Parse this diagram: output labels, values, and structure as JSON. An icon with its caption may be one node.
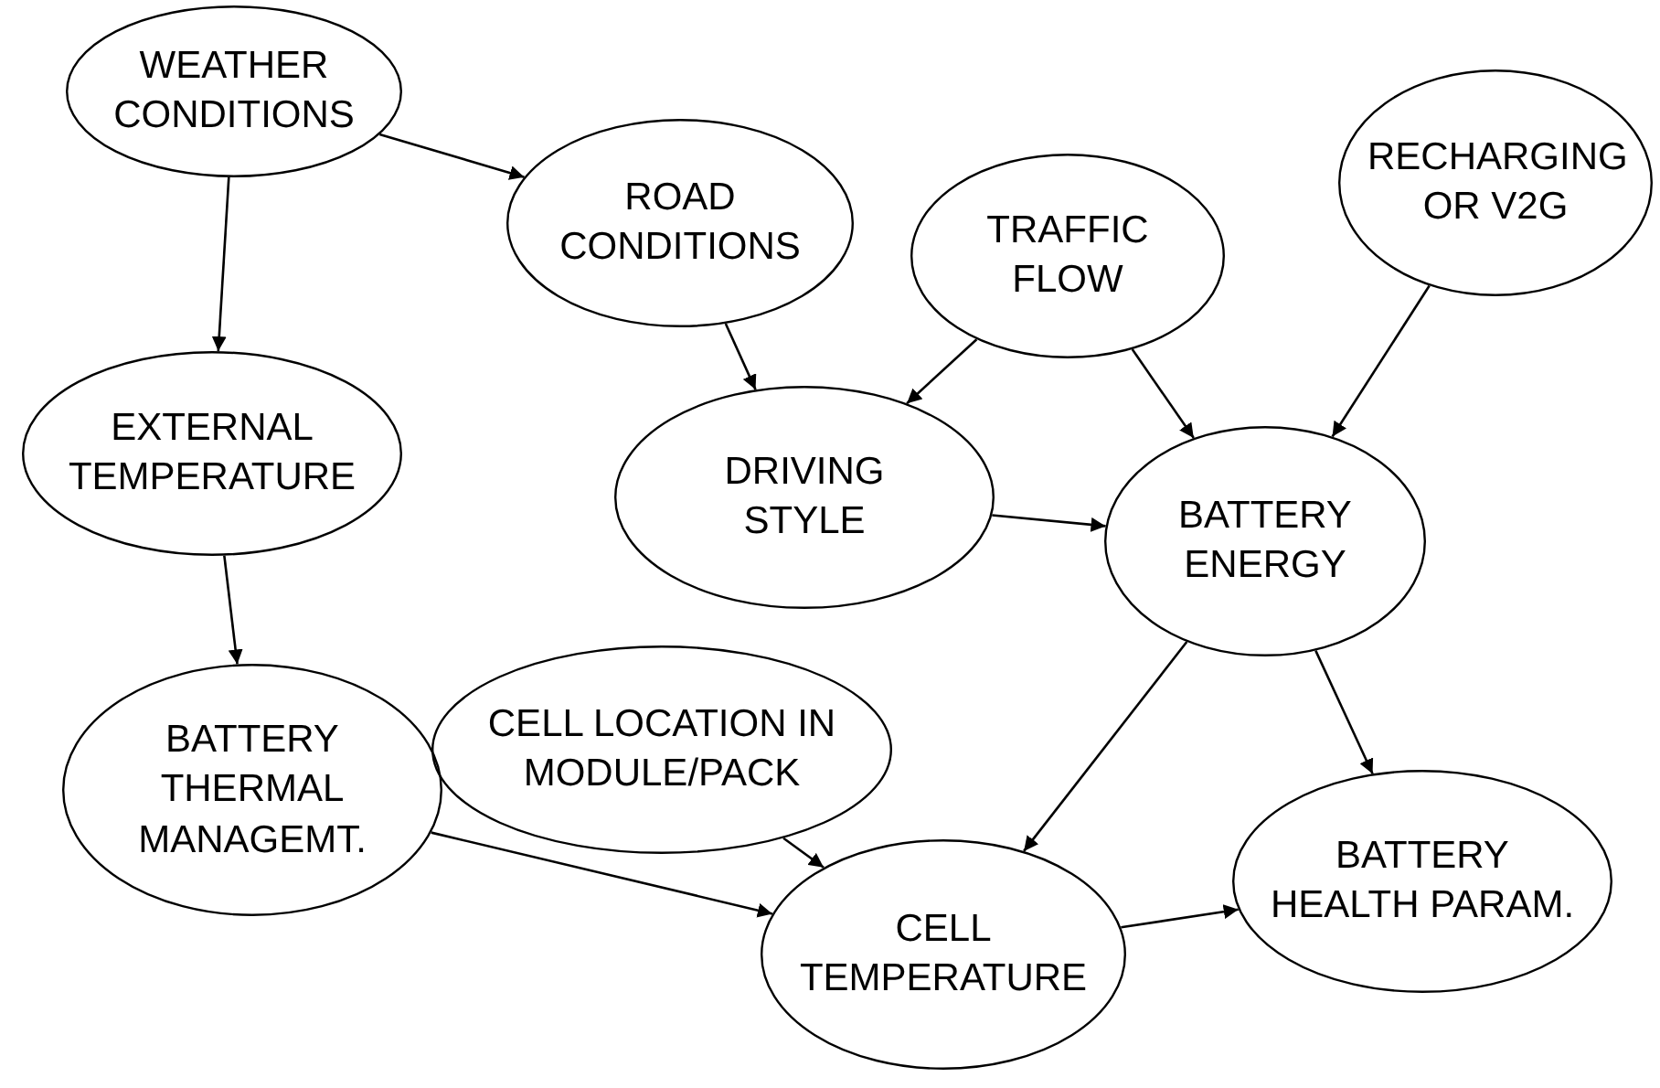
{
  "diagram": {
    "nodes": [
      {
        "text": [
          "WEATHER CONDITIONS"
        ]
      },
      {
        "text": [
          "ROAD CONDITIONS"
        ]
      },
      {
        "text": [
          "TRAFFIC FLOW"
        ]
      },
      {
        "text": [
          "RECHARGING OR V2G"
        ]
      },
      {
        "text": [
          "EXTERNAL TEMPERATURE"
        ]
      },
      {
        "text": [
          "DRIVING STYLE"
        ]
      },
      {
        "text": [
          "BATTERY ENERGY"
        ]
      },
      {
        "text": [
          "BATTERY THERMAL MANAGEMT."
        ]
      },
      {
        "text": [
          "CELL LOCATION IN MODULE/PACK"
        ]
      },
      {
        "text": [
          "CELL TEMPERATURE"
        ]
      },
      {
        "text": [
          "BATTERY HEALTH PARAM."
        ]
      }
    ],
    "edges": [
      {
        "from": 0,
        "to": 1,
        "arrow": "to"
      },
      {
        "from": 0,
        "to": 4,
        "arrow": "to"
      },
      {
        "from": 1,
        "to": 5,
        "arrow": "to"
      },
      {
        "from": 2,
        "to": 5,
        "arrow": "to"
      },
      {
        "from": 2,
        "to": 6,
        "arrow": "to"
      },
      {
        "from": 3,
        "to": 6,
        "arrow": "to"
      },
      {
        "from": 5,
        "to": 6,
        "arrow": "to"
      },
      {
        "from": 4,
        "to": 7,
        "arrow": "to"
      },
      {
        "from": 7,
        "to": 9,
        "arrow": "to"
      },
      {
        "from": 8,
        "to": 9,
        "arrow": "to"
      },
      {
        "from": 6,
        "to": 9,
        "arrow": "to"
      },
      {
        "from": 6,
        "to": 10,
        "arrow": "to"
      },
      {
        "from": 9,
        "to": 10,
        "arrow": "to"
      }
    ]
  }
}
